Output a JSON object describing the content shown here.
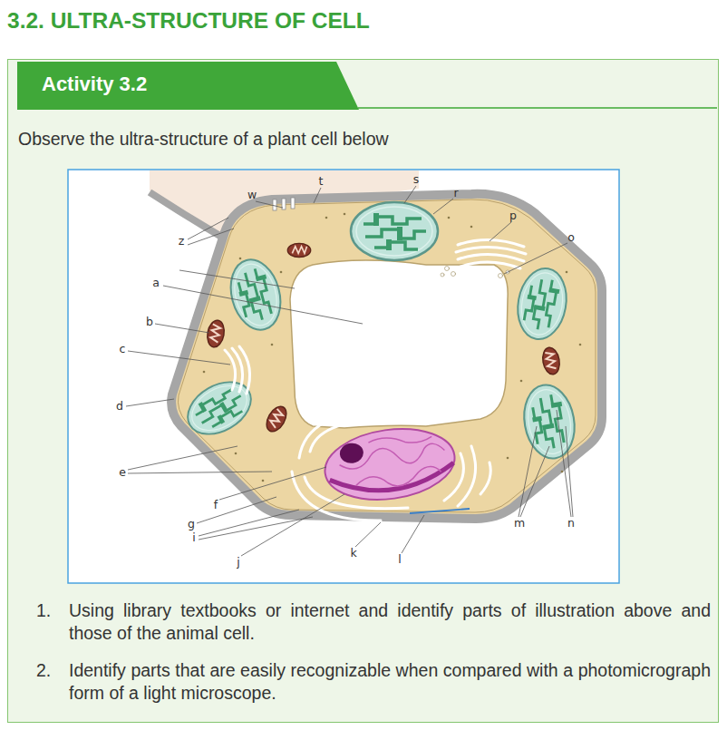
{
  "diagram": {
    "title": "3.2. ULTRA-STRUCTURE OF CELL",
    "nodes": [
      {
        "text": [
          "Observe the ultra-structure of a plant cell below",
          "1.",
          "Using library textbooks or internet and identify parts of illustration above and those of the animal cell.",
          "2.",
          "Identify parts that are easily recognizable when compared with a photomicrograph form of a light microscope."
        ]
      },
      {
        "text": [
          "Activity 3.2"
        ],
        "in": 0
      }
    ],
    "labels": [
      "w",
      "t",
      "s",
      "r",
      "p",
      "o",
      "z",
      "a",
      "b",
      "c",
      "d",
      "e",
      "f",
      "g",
      "i",
      "j",
      "k",
      "l",
      "m",
      "n"
    ]
  }
}
